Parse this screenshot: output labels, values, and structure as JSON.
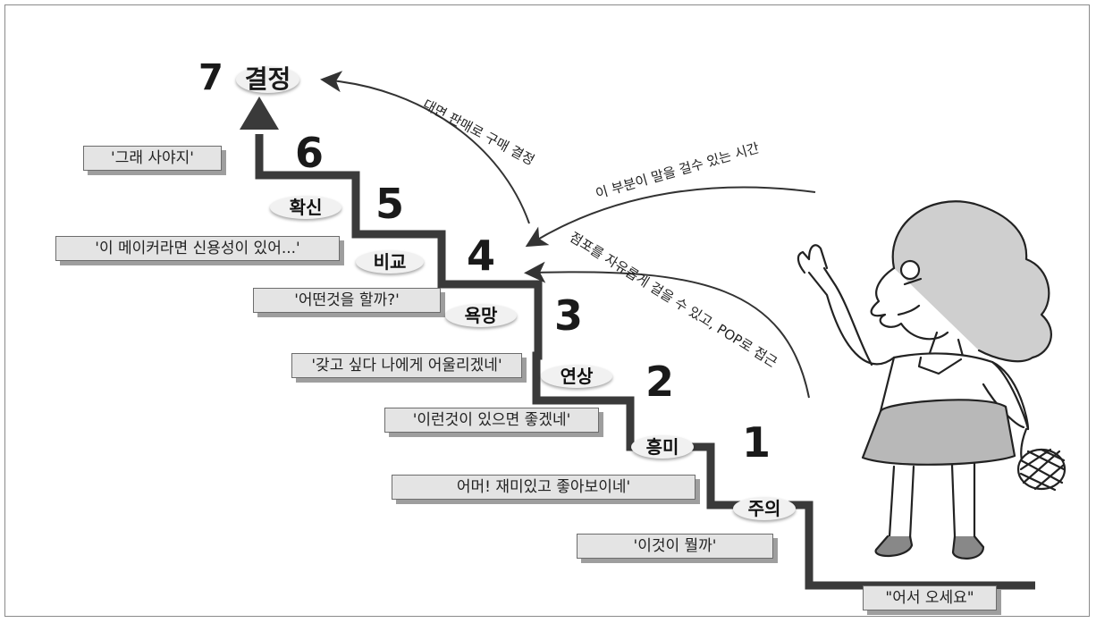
{
  "steps": [
    {
      "num": "1",
      "stage": "주의",
      "quote": "'이것이 뭘까'"
    },
    {
      "num": "2",
      "stage": "흥미",
      "quote": "어머! 재미있고 좋아보이네'"
    },
    {
      "num": "3",
      "stage": "연상",
      "quote": "'이런것이 있으면 좋겠네'"
    },
    {
      "num": "4",
      "stage": "욕망",
      "quote": "'갖고 싶다 나에게 어울리겠네'"
    },
    {
      "num": "5",
      "stage": "비교",
      "quote": "'어떤것을 할까?'"
    },
    {
      "num": "6",
      "stage": "확신",
      "quote": "'이 메이커라면 신용성이 있어...'"
    },
    {
      "num": "7",
      "stage": "결정",
      "quote": "'그래 사야지'"
    }
  ],
  "entry_label": "\"어서 오세요\"",
  "arrow_labels": {
    "face_to_face": "대면 판매로 구매 결정",
    "talk_time": "이 부분이 말을 걸수 있는 시간",
    "free_walk": "점포를 자유롭게 걸을 수 있고, POP로 접근"
  }
}
